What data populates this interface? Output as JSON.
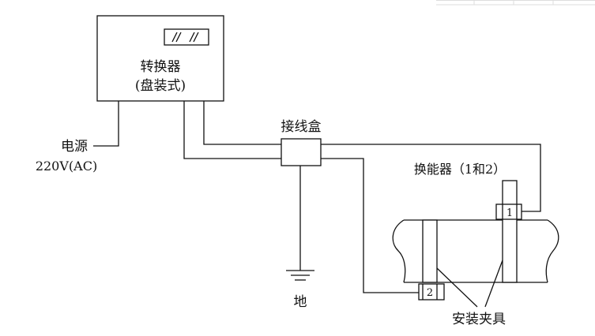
{
  "converter": {
    "name": "转换器",
    "mount": "(盘装式)"
  },
  "power": {
    "label": "电源",
    "spec": "220V(AC)"
  },
  "junction_box": {
    "label": "接线盒"
  },
  "ground": {
    "label": "地"
  },
  "transducer": {
    "label": "换能器（1和2）",
    "id_1": "1",
    "id_2": "2"
  },
  "clamp": {
    "label": "安装夹具"
  }
}
